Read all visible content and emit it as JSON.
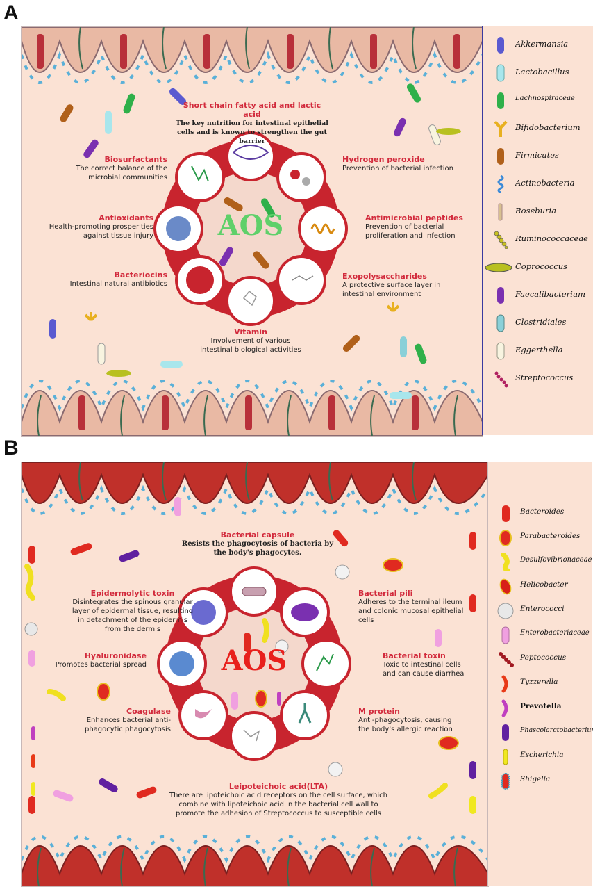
{
  "panels": [
    {
      "letter": "A",
      "hub_label": "AOS",
      "hub_color": "#5fd06a",
      "annotations": [
        {
          "title": "Short chain fatty acid and lactic acid",
          "desc": "The key nutrition for intestinal epithelial cells and is known to strengthen the gut barrier"
        },
        {
          "title": "Hydrogen peroxide",
          "desc": "Prevention of bacterial infection"
        },
        {
          "title": "Antimicrobial peptides",
          "desc": "Prevention of bacterial proliferation and infection"
        },
        {
          "title": "Exopolysaccharides",
          "desc": "A protective surface layer in intestinal environment"
        },
        {
          "title": "Vitamin",
          "desc": "Involvement of various intestinal biological activities"
        },
        {
          "title": "Bacteriocins",
          "desc": "Intestinal natural antibiotics"
        },
        {
          "title": "Antioxidants",
          "desc": "Health-promoting prosperities against tissue injury"
        },
        {
          "title": "Biosurfactants",
          "desc": "The correct balance of the microbial communities"
        }
      ],
      "legend": [
        {
          "name": "Akkermansia",
          "icon": "rod",
          "color": "#5a5ad0"
        },
        {
          "name": "Lactobacillus",
          "icon": "rod-h",
          "color": "#a8e6ec"
        },
        {
          "name": "Lachnospiraceae",
          "icon": "rod",
          "color": "#2fb04a"
        },
        {
          "name": "Bifidobacterium",
          "icon": "y-shape",
          "color": "#e8b020"
        },
        {
          "name": "Firmicutes",
          "icon": "rod",
          "color": "#b0601a"
        },
        {
          "name": "Actinobacteria",
          "icon": "spiral",
          "color": "#3a8ad8"
        },
        {
          "name": "Roseburia",
          "icon": "thin-rod",
          "color": "#d8c090"
        },
        {
          "name": "Ruminococcaceae",
          "icon": "chain",
          "color": "#c8c020"
        },
        {
          "name": "Coprococcus",
          "icon": "capsule",
          "color": "#b8c020"
        },
        {
          "name": "Faecalibacterium",
          "icon": "rod",
          "color": "#7a30b0"
        },
        {
          "name": "Clostridiales",
          "icon": "rod",
          "color": "#8ad0d8"
        },
        {
          "name": "Eggerthella",
          "icon": "rod",
          "color": "#f8f4e0"
        },
        {
          "name": "Streptococcus",
          "icon": "strep",
          "color": "#b02060"
        }
      ]
    },
    {
      "letter": "B",
      "hub_label": "AOS",
      "hub_color": "#e8201c",
      "annotations": [
        {
          "title": "Bacterial capsule",
          "desc": "Resists the phagocytosis of bacteria by the body's phagocytes."
        },
        {
          "title": "Bacterial pili",
          "desc": "Adheres to the terminal ileum and colonic mucosal epithelial cells"
        },
        {
          "title": "Bacterial toxin",
          "desc": "Toxic to intestinal cells and can cause diarrhea"
        },
        {
          "title": "M protein",
          "desc": "Anti-phagocytosis, causing the body's allergic reaction"
        },
        {
          "title": "Leipoteichoic acid(LTA)",
          "desc": "There are lipoteichoic acid receptors on the cell surface, which combine with lipoteichoic acid in the bacterial cell wall to promote the adhesion of Streptococcus to susceptible cells"
        },
        {
          "title": "Coagulase",
          "desc": "Enhances bacterial anti-phagocytic phagocytosis"
        },
        {
          "title": "Hyaluronidase",
          "desc": "Promotes bacterial spread"
        },
        {
          "title": "Epidermolytic toxin",
          "desc": "Disintegrates the spinous granular layer of epidermal tissue, resulting in detachment of the epidermis from the dermis"
        }
      ],
      "legend": [
        {
          "name": "Bacteroides",
          "icon": "rod",
          "color": "#e02a20"
        },
        {
          "name": "Parabacteroides",
          "icon": "oval-y",
          "color": "#e02a20"
        },
        {
          "name": "Desulfovibrionaceae",
          "icon": "comma",
          "color": "#f0e020"
        },
        {
          "name": "Helicobacter",
          "icon": "oval-y",
          "color": "#d82018"
        },
        {
          "name": "Enterococci",
          "icon": "ball",
          "color": "#e8e8e8"
        },
        {
          "name": "Enterobacteriaceae",
          "icon": "rod",
          "color": "#f0a0e0"
        },
        {
          "name": "Peptococcus",
          "icon": "strep",
          "color": "#a01820"
        },
        {
          "name": "Tyzzerella",
          "icon": "curve",
          "color": "#e83a18"
        },
        {
          "name": "Prevotella",
          "icon": "curve",
          "color": "#c040c0"
        },
        {
          "name": "Phascolarctobacterium",
          "icon": "rod",
          "color": "#6020a0"
        },
        {
          "name": "Escherichia",
          "icon": "thin-rod",
          "color": "#f0e820"
        },
        {
          "name": "Shigella",
          "icon": "hairy",
          "color": "#e02a20"
        }
      ]
    }
  ]
}
